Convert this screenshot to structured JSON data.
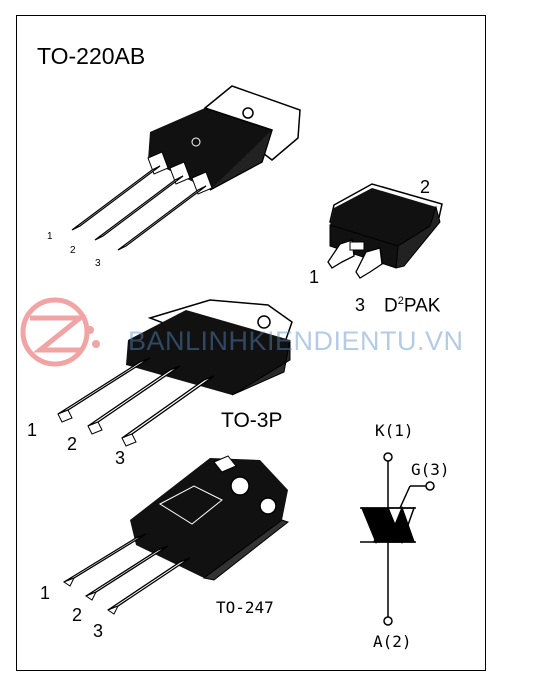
{
  "title": "TO-220AB",
  "packages": {
    "to220": {
      "pins": [
        "1",
        "2",
        "3"
      ]
    },
    "d2pak": {
      "name_main": "D",
      "name_sup": "2",
      "name_rest": "PAK",
      "pins": [
        "1",
        "2",
        "3"
      ]
    },
    "to3p": {
      "name": "TO-3P",
      "pins": [
        "1",
        "2",
        "3"
      ]
    },
    "to247": {
      "name": "TO-247",
      "pins": [
        "1",
        "2",
        "3"
      ]
    }
  },
  "symbol": {
    "k_label": "K(1)",
    "g_label": "G(3)",
    "a_label": "A(2)"
  },
  "watermark": {
    "text": "BANLINHKIENDIENTU.VN",
    "color": "#4a86c8"
  },
  "colors": {
    "ink": "#000000",
    "body": "#111111",
    "watermark_logo": "#e85a5a"
  }
}
